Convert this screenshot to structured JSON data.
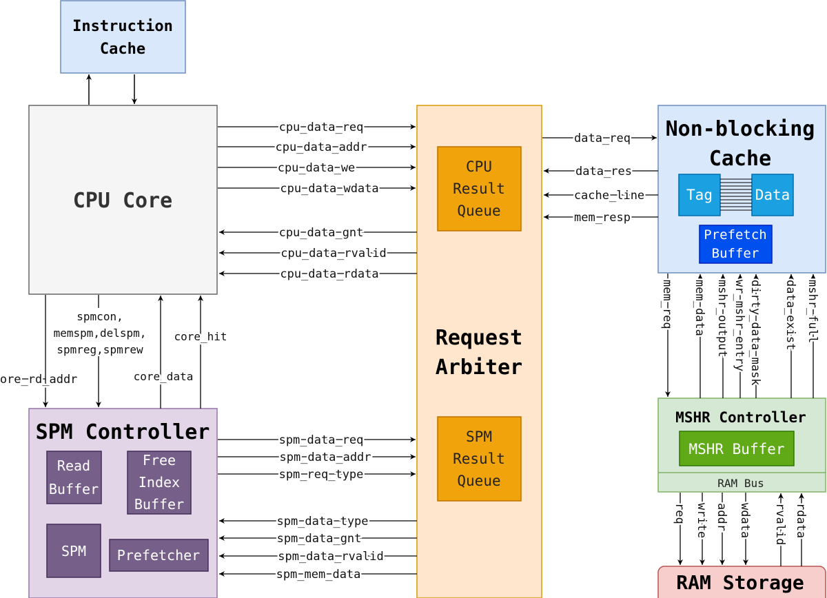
{
  "blocks": {
    "instruction_cache": {
      "line1": "Instruction",
      "line2": "Cache"
    },
    "cpu_core": {
      "label": "CPU Core"
    },
    "request_arbiter": {
      "line1": "Request",
      "line2": "Arbiter"
    },
    "cpu_result_queue": {
      "line1": "CPU",
      "line2": "Result",
      "line3": "Queue"
    },
    "spm_result_queue": {
      "line1": "SPM",
      "line2": "Result",
      "line3": "Queue"
    },
    "nonblocking_cache": {
      "line1": "Non-blocking",
      "line2": "Cache",
      "tag": "Tag",
      "data": "Data",
      "prefetch_line1": "Prefetch",
      "prefetch_line2": "Buffer"
    },
    "spm_controller": {
      "label": "SPM Controller",
      "read_buffer_1": "Read",
      "read_buffer_2": "Buffer",
      "free_index_1": "Free",
      "free_index_2": "Index",
      "free_index_3": "Buffer",
      "spm": "SPM",
      "prefetcher": "Prefetcher"
    },
    "mshr_controller": {
      "label": "MSHR Controller",
      "buffer": "MSHR Buffer",
      "ram_bus": "RAM Bus"
    },
    "ram_storage": {
      "label": "RAM Storage"
    }
  },
  "signals": {
    "cpu_to_arbiter": [
      "cpu_data_req",
      "cpu_data_addr",
      "cpu_data_we",
      "cpu_data_wdata"
    ],
    "arbiter_to_cpu": [
      "cpu_data_gnt",
      "cpu_data_rvalid",
      "cpu_data_rdata"
    ],
    "arbiter_to_cache": [
      "data_req"
    ],
    "cache_to_arbiter": [
      "data_res",
      "cache_line",
      "mem_resp"
    ],
    "spm_to_arbiter": [
      "spm_data_req",
      "spm_data_addr",
      "spm_req_type"
    ],
    "arbiter_to_spm": [
      "spm_data_type",
      "spm_data_gnt",
      "spm_data_rvalid",
      "spm_mem_data"
    ],
    "cpu_spm": {
      "spmcon_1": "spmcon,",
      "spmcon_2": "memspm,delspm,",
      "spmcon_3": "spmreg,spmrew",
      "core_rd_addr": "core_rd_addr",
      "core_data": "core_data",
      "core_hit": "core_hit"
    },
    "cache_mshr": [
      "mem_req",
      "mem_data",
      "mshr_output",
      "wr_mshr_entry",
      "dirty_data_mask",
      "data_exist",
      "mshr_full"
    ],
    "mshr_ram": [
      "req",
      "write",
      "addr",
      "wdata",
      "rvalid",
      "rdata"
    ]
  },
  "colors": {
    "icache_fill": "#dae8fc",
    "icache_stroke": "#6c8ebf",
    "cpu_fill": "#f5f5f5",
    "cpu_stroke": "#666666",
    "arbiter_fill": "#ffe6cc",
    "arbiter_stroke": "#d79b00",
    "queue_fill": "#f0a30a",
    "queue_stroke": "#bd7000",
    "spm_fill": "#e1d5e7",
    "spm_stroke": "#9673a6",
    "spm_inner_fill": "#76608a",
    "spm_inner_stroke": "#432d57",
    "cache_fill": "#dae8fc",
    "cache_stroke": "#6c8ebf",
    "tag_fill": "#1ba1e2",
    "tag_stroke": "#006eaf",
    "prefetch_fill": "#0050ef",
    "prefetch_stroke": "#001dbc",
    "mshr_fill": "#d5e8d4",
    "mshr_stroke": "#82b366",
    "mshr_buf_fill": "#60a917",
    "mshr_buf_stroke": "#2d7600",
    "ram_fill": "#f8cecc",
    "ram_stroke": "#b85450"
  }
}
